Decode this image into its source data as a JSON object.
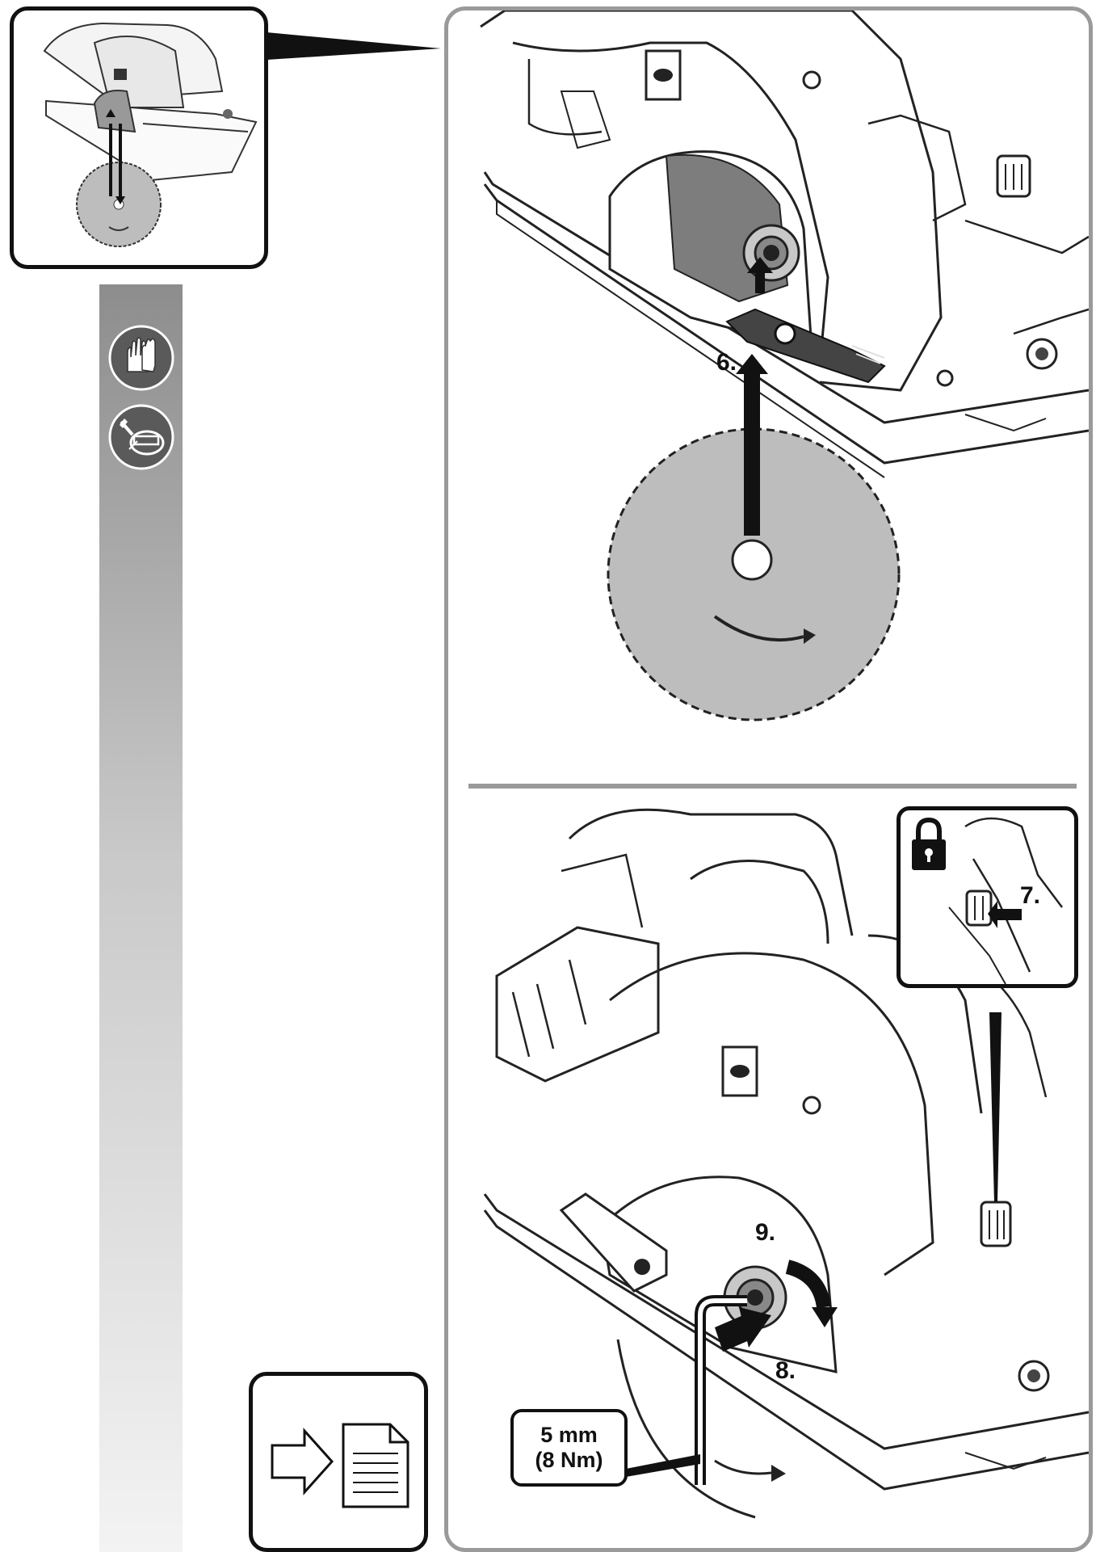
{
  "steps": {
    "step6": "6.",
    "step7": "7.",
    "step8": "8.",
    "step9": "9."
  },
  "wrench_callout": {
    "size": "5 mm",
    "torque": "(8 Nm)"
  },
  "icons": {
    "gloves": "protective-gloves-icon",
    "unplug": "disconnect-battery-icon",
    "lock": "padlock-icon",
    "document": "see-document-icon"
  },
  "colors": {
    "sidebar_top": "#8f8f8f",
    "sidebar_bottom": "#f2f2f2",
    "frame_border": "#9a9a9a",
    "blade": "#bdbdbd",
    "ink": "#111111"
  }
}
